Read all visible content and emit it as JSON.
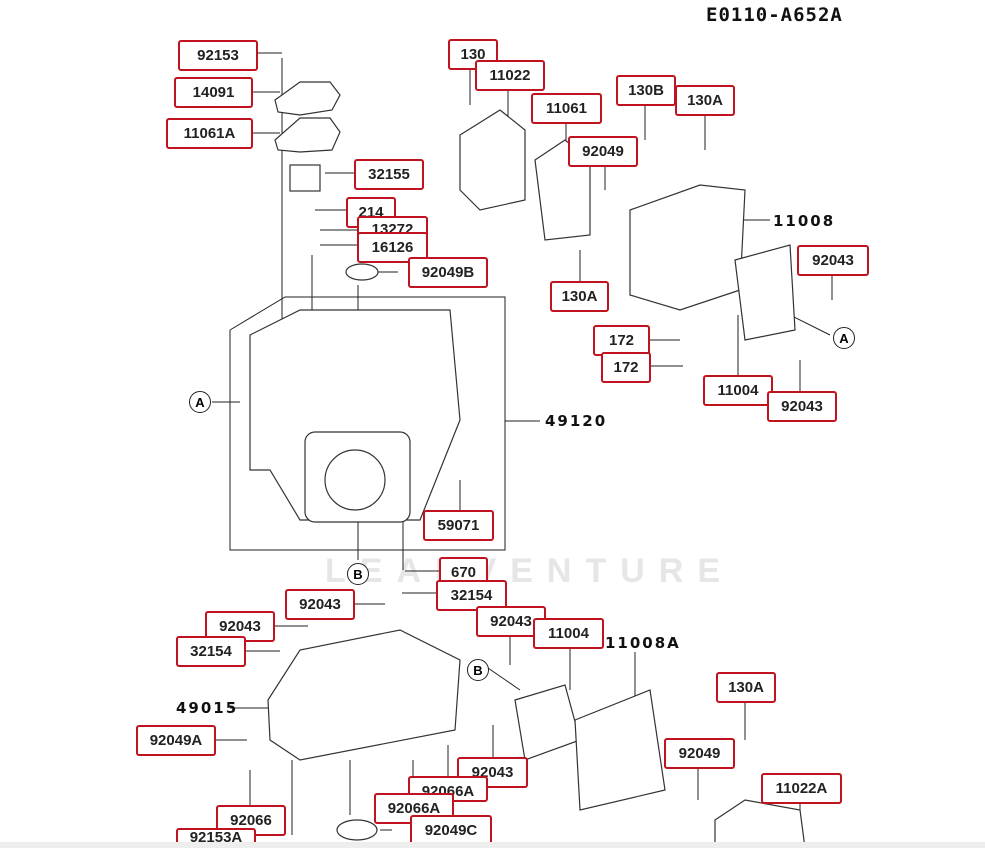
{
  "diagram_code": "E0110-A652A",
  "watermark": "LEADVENTURE",
  "ref_markers": {
    "A": "A",
    "B": "B"
  },
  "group_labels": [
    {
      "id": "49120",
      "text": "49120"
    },
    {
      "id": "11008",
      "text": "11008"
    },
    {
      "id": "49015",
      "text": "49015"
    },
    {
      "id": "11008A",
      "text": "11008A"
    }
  ],
  "part_tags": [
    {
      "text": "92153"
    },
    {
      "text": "14091"
    },
    {
      "text": "11061A"
    },
    {
      "text": "32155"
    },
    {
      "text": "214"
    },
    {
      "text": "13272"
    },
    {
      "text": "16126"
    },
    {
      "text": "92049B"
    },
    {
      "text": "130"
    },
    {
      "text": "11022"
    },
    {
      "text": "11061"
    },
    {
      "text": "92049"
    },
    {
      "text": "130B"
    },
    {
      "text": "130A"
    },
    {
      "text": "92043"
    },
    {
      "text": "130A"
    },
    {
      "text": "172"
    },
    {
      "text": "172"
    },
    {
      "text": "11004"
    },
    {
      "text": "92043"
    },
    {
      "text": "59071"
    },
    {
      "text": "670"
    },
    {
      "text": "32154"
    },
    {
      "text": "92043"
    },
    {
      "text": "92043"
    },
    {
      "text": "32154"
    },
    {
      "text": "92043"
    },
    {
      "text": "11004"
    },
    {
      "text": "92049A"
    },
    {
      "text": "130A"
    },
    {
      "text": "92049"
    },
    {
      "text": "92043"
    },
    {
      "text": "92066A"
    },
    {
      "text": "92066A"
    },
    {
      "text": "92049C"
    },
    {
      "text": "92066"
    },
    {
      "text": "92153A"
    },
    {
      "text": "11022A"
    }
  ]
}
